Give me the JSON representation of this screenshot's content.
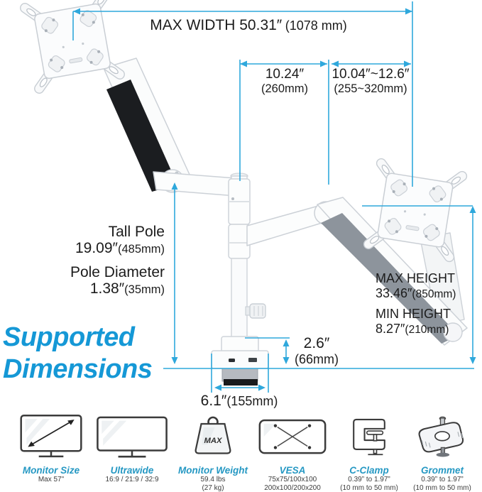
{
  "colors": {
    "dimension_line": "#2FA8DC",
    "headline_blue": "#1598D6",
    "feature_caption_teal": "#2598C3",
    "arm_underside_black": "#1b1d20",
    "arm_underside_gray": "#8d949c"
  },
  "measurements": {
    "max_width": {
      "label": "MAX WIDTH 50.31″",
      "paren": "(1078 mm)"
    },
    "arm_reach": {
      "inches": "10.24″",
      "mm": "(260mm)"
    },
    "arm_reach_adjustable": {
      "inches": "10.04″~12.6″",
      "mm": "(255~320mm)"
    },
    "tall_pole": {
      "label": "Tall Pole",
      "inches": "19.09″",
      "mm": "(485mm)"
    },
    "pole_diameter": {
      "label": "Pole Diameter",
      "inches": "1.38″",
      "mm": "(35mm)"
    },
    "max_height": {
      "label": "MAX HEIGHT",
      "inches": "33.46″",
      "mm": "(850mm)"
    },
    "min_height": {
      "label": "MIN HEIGHT",
      "inches": "8.27″",
      "mm": "(210mm)"
    },
    "base_height": {
      "inches": "2.6″",
      "mm": "(66mm)"
    },
    "base_width": {
      "inches": "6.1″",
      "mm": "(155mm)"
    }
  },
  "headline": {
    "line1": "Supported",
    "line2": "Dimensions"
  },
  "weight_icon_text": "MAX",
  "features": [
    {
      "label": "Monitor Size",
      "line1": "Max 57\""
    },
    {
      "label": "Ultrawide",
      "line1": "16:9 / 21:9 / 32:9"
    },
    {
      "label": "Monitor Weight",
      "line1": "59.4 lbs",
      "line2": "(27 kg)"
    },
    {
      "label": "VESA",
      "line1": "75x75/100x100",
      "line2": "200x100/200x200"
    },
    {
      "label": "C-Clamp",
      "line1": "0.39” to 1.97”",
      "line2": "(10 mm to 50 mm)"
    },
    {
      "label": "Grommet",
      "line1": "0.39” to 1.97”",
      "line2": "(10 mm to 50 mm)"
    }
  ]
}
